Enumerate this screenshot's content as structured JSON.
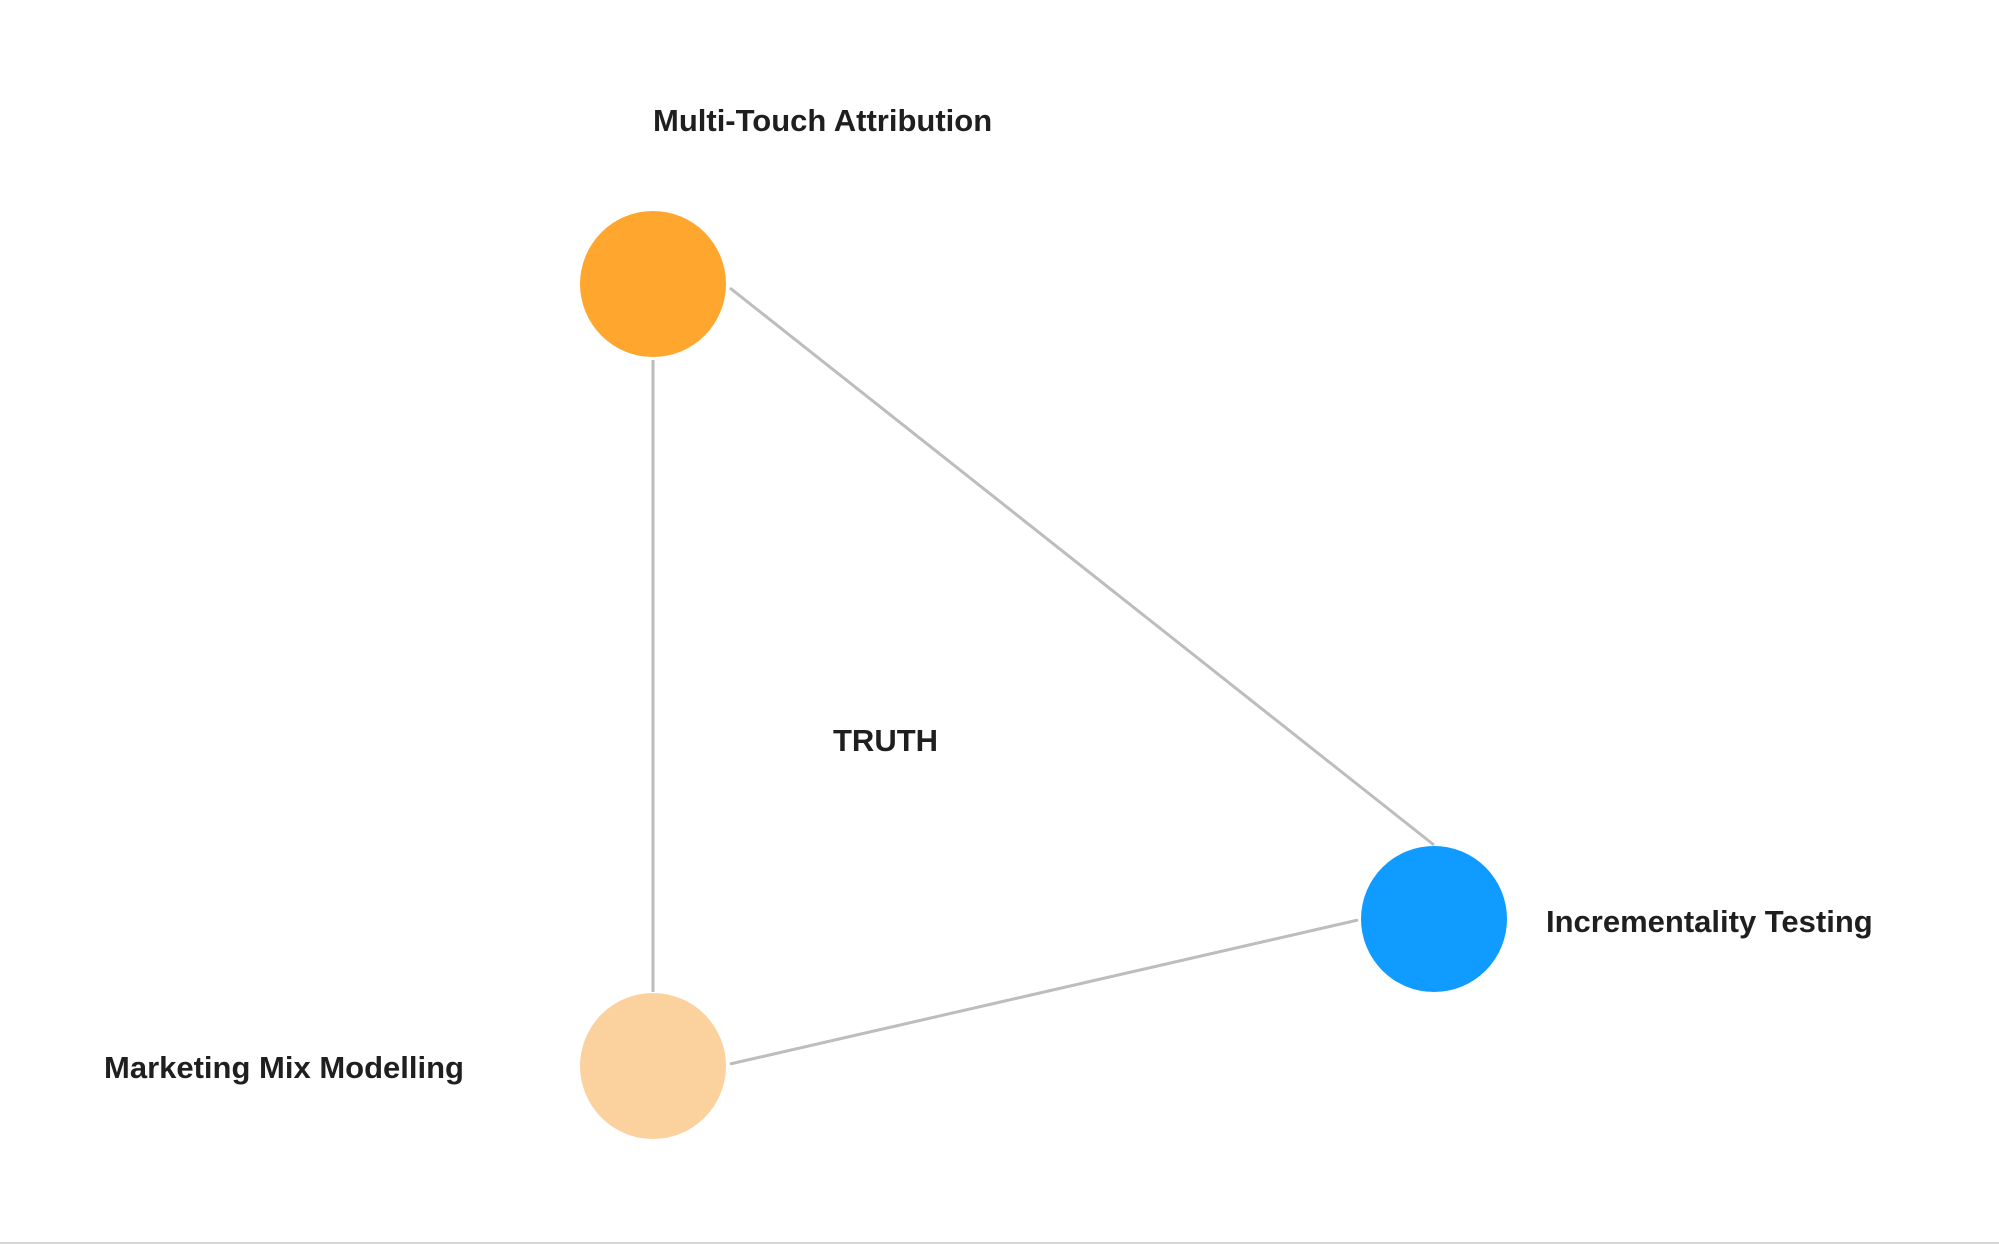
{
  "diagram": {
    "center_label": "TRUTH",
    "nodes": [
      {
        "id": "mta",
        "label": "Multi-Touch Attribution",
        "color": "#FFA62E"
      },
      {
        "id": "it",
        "label": "Incrementality Testing",
        "color": "#0F9BFF"
      },
      {
        "id": "mmm",
        "label": "Marketing Mix Modelling",
        "color": "#FBD29E"
      }
    ],
    "edges": [
      {
        "from": "mta",
        "to": "mmm"
      },
      {
        "from": "mta",
        "to": "it"
      },
      {
        "from": "mmm",
        "to": "it"
      }
    ],
    "edge_color": "#BDBDBD"
  }
}
